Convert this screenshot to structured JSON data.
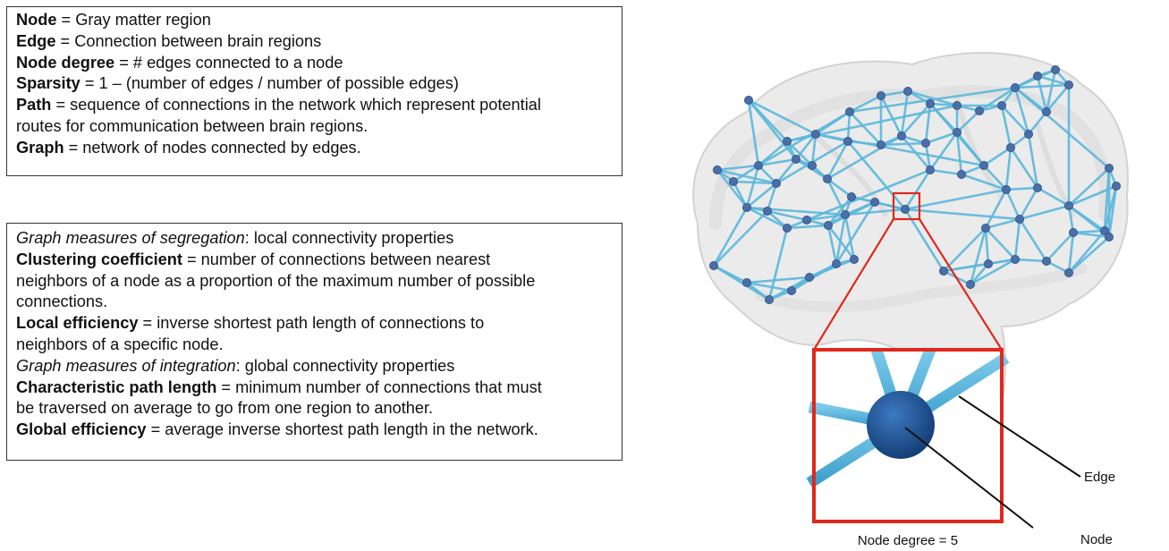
{
  "definitions": [
    {
      "term": "Node",
      "desc": " = Gray matter region"
    },
    {
      "term": "Edge",
      "desc": " = Connection between brain regions"
    },
    {
      "term": "Node degree",
      "desc": " = # edges connected to a node"
    },
    {
      "term": "Sparsity",
      "desc": " = 1 – (number of edges / number of possible edges)"
    },
    {
      "term": "Path",
      "desc": " = sequence of connections in the network which represent potential"
    },
    {
      "term": "",
      "desc": "routes for communication between brain regions."
    },
    {
      "term": "Graph",
      "desc": " = network of nodes connected by edges."
    }
  ],
  "measures": [
    {
      "style": "italic",
      "term": "Graph measures of segregation",
      "desc": ": local connectivity properties"
    },
    {
      "style": "bold",
      "term": "Clustering coefficient",
      "desc": " = number of connections between nearest"
    },
    {
      "style": "plain",
      "term": "",
      "desc": "neighbors of a node as a proportion of the maximum number of possible"
    },
    {
      "style": "plain",
      "term": "",
      "desc": "connections."
    },
    {
      "style": "bold",
      "term": "Local efficiency",
      "desc": " = inverse shortest path length of connections to"
    },
    {
      "style": "plain",
      "term": "",
      "desc": "neighbors of a specific node."
    },
    {
      "style": "italic",
      "term": "Graph measures of integration",
      "desc": ": global connectivity properties"
    },
    {
      "style": "bold",
      "term": "Characteristic path length",
      "desc": " = minimum number of connections that must"
    },
    {
      "style": "plain",
      "term": "",
      "desc": "be traversed on average to go from one region to another."
    },
    {
      "style": "bold",
      "term": "Global efficiency",
      "desc": " = average inverse shortest path length in the network."
    }
  ],
  "figure": {
    "edge_label": "Edge",
    "node_label": "Node",
    "degree_caption": "Node degree = 5",
    "colors": {
      "edge": "#5bb8dc",
      "node": "#4a6fa8",
      "node_zoom": "#1e4f8c",
      "highlight": "#e0281c",
      "brain": "#e6e6e6"
    }
  }
}
